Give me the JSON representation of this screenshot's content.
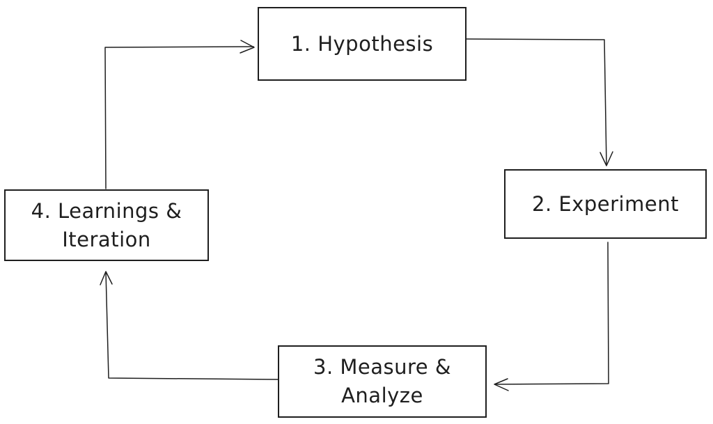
{
  "diagram": {
    "type": "flow-cycle",
    "colors": {
      "stroke": "#1e1e1e",
      "background": "#ffffff"
    },
    "nodes": [
      {
        "id": "hypothesis",
        "label": "1. Hypothesis"
      },
      {
        "id": "experiment",
        "label": "2. Experiment"
      },
      {
        "id": "measure-analyze",
        "label": "3. Measure &\nAnalyze"
      },
      {
        "id": "learnings-iteration",
        "label": "4. Learnings &\nIteration"
      }
    ],
    "edges": [
      {
        "from": "hypothesis",
        "to": "experiment"
      },
      {
        "from": "experiment",
        "to": "measure-analyze"
      },
      {
        "from": "measure-analyze",
        "to": "learnings-iteration"
      },
      {
        "from": "learnings-iteration",
        "to": "hypothesis"
      }
    ]
  }
}
